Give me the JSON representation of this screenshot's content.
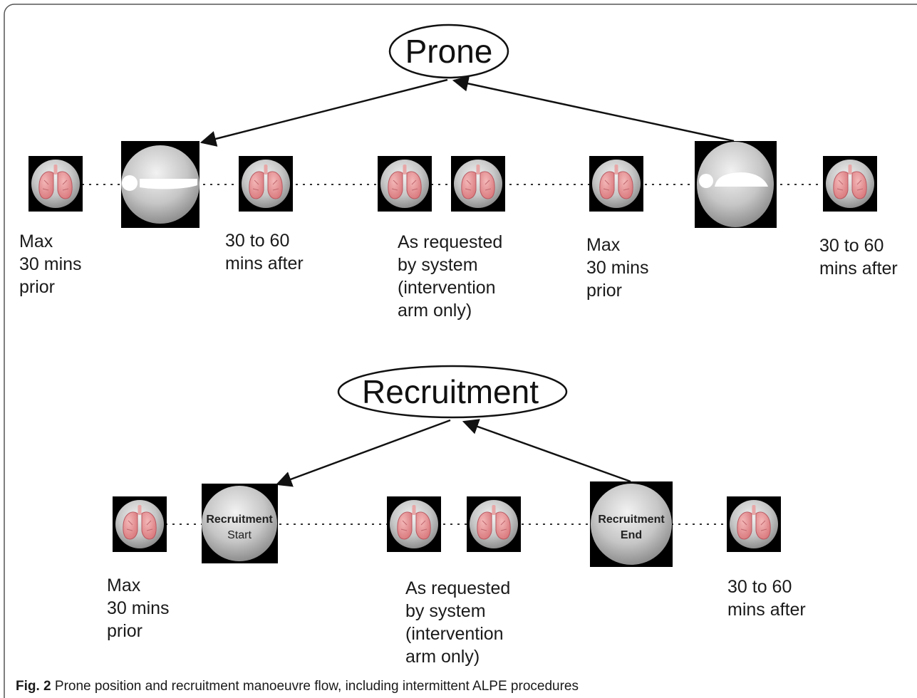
{
  "prone": {
    "title": "Prone",
    "labels": {
      "before1": "Max\n30 mins\nprior",
      "after1": "30 to 60\nmins after",
      "requested": "As requested\nby system\n(intervention\narm only)",
      "before2": "Max\n30 mins\nprior",
      "after2": "30 to 60\nmins after"
    }
  },
  "recruitment": {
    "title": "Recruitment",
    "start_line1": "Recruitment",
    "start_line2": "Start",
    "end_line1": "Recruitment",
    "end_line2": "End",
    "labels": {
      "before": "Max\n30 mins\nprior",
      "requested": "As requested\nby system\n(intervention\narm only)",
      "after": "30 to 60\nmins after"
    }
  },
  "caption": {
    "label": "Fig. 2",
    "text": " Prone position and recruitment manoeuvre flow, including intermittent ALPE procedures"
  },
  "icons": {
    "lung": "lungs-icon",
    "prone_position": "patient-prone-icon",
    "supine_position": "patient-supine-icon"
  }
}
